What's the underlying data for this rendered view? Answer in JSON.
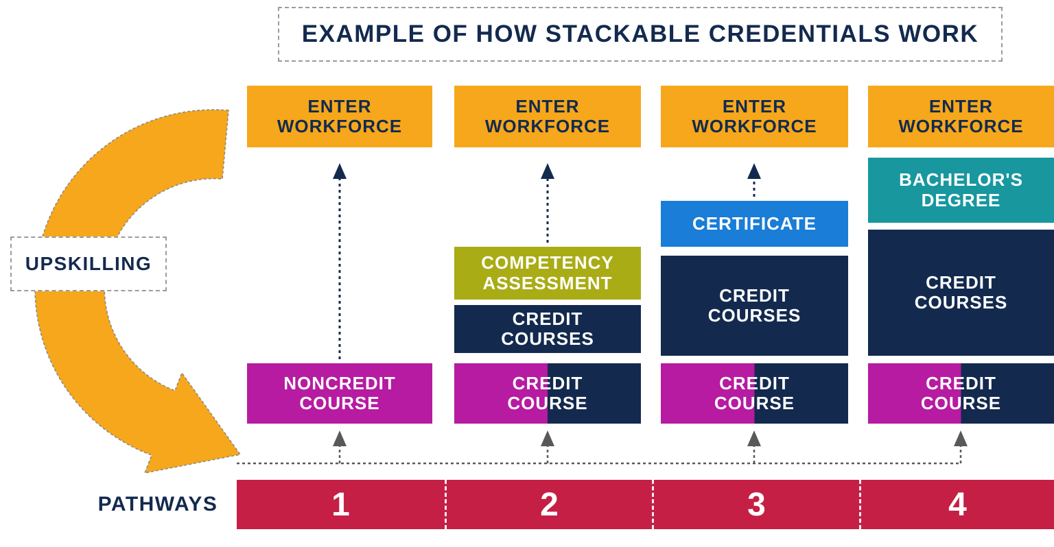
{
  "title": "EXAMPLE OF HOW STACKABLE CREDENTIALS WORK",
  "upskilling_label": "UPSKILLING",
  "pathways_label": "PATHWAYS",
  "colors": {
    "navy": "#132A4E",
    "orange": "#F6A71B",
    "magenta": "#B61BA1",
    "olive": "#A9AC15",
    "blue": "#1A7DD7",
    "teal": "#18979F",
    "red": "#C51F45",
    "gray_arrow": "#58595B"
  },
  "columns": [
    {
      "number": "1",
      "enter_workforce": "ENTER\nWORKFORCE",
      "course": "NONCREDIT\nCOURSE"
    },
    {
      "number": "2",
      "enter_workforce": "ENTER\nWORKFORCE",
      "competency_assessment": "COMPETENCY\nASSESSMENT",
      "credit_courses": "CREDIT\nCOURSES",
      "course": "CREDIT\nCOURSE"
    },
    {
      "number": "3",
      "enter_workforce": "ENTER\nWORKFORCE",
      "certificate": "CERTIFICATE",
      "credit_courses": "CREDIT\nCOURSES",
      "course": "CREDIT\nCOURSE"
    },
    {
      "number": "4",
      "enter_workforce": "ENTER\nWORKFORCE",
      "bachelors_degree": "BACHELOR'S\nDEGREE",
      "credit_courses": "CREDIT\nCOURSES",
      "course": "CREDIT\nCOURSE"
    }
  ]
}
